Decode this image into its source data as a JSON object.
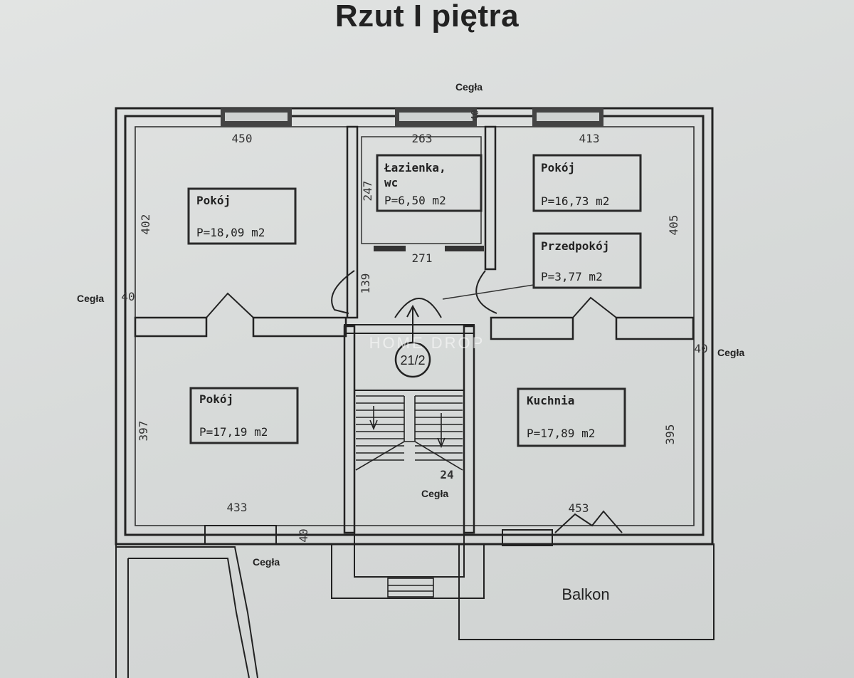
{
  "title": "Rzut I piętra",
  "rooms": [
    {
      "name": "Pokój",
      "area": "P=18,09 m2"
    },
    {
      "name": "Łazienka,",
      "name2": "wc",
      "area": "P=6,50 m2"
    },
    {
      "name": "Pokój",
      "area": "P=16,73 m2"
    },
    {
      "name": "Przedpokój",
      "area": "P=3,77 m2"
    },
    {
      "name": "Pokój",
      "area": "P=17,19 m2"
    },
    {
      "name": "Kuchnia",
      "area": "P=17,89 m2"
    }
  ],
  "dimensions": {
    "d450": "450",
    "d263": "263",
    "d413": "413",
    "d402": "402",
    "d247": "247",
    "d405": "405",
    "d271": "271",
    "d139": "139",
    "d397": "397",
    "d433": "433",
    "d395": "395",
    "d453": "453",
    "d24": "24",
    "d40a": "40",
    "d40b": "40",
    "d40c": "40"
  },
  "notes": {
    "cegla_top": "Cegła",
    "cegla_left": "Cegła",
    "cegla_right": "Cegła",
    "cegla_stairs": "Cegła",
    "cegla_bottom": "Cegła"
  },
  "stair_label": "21/2",
  "balcony_label": "Balkon",
  "watermark": "HOME DROP"
}
